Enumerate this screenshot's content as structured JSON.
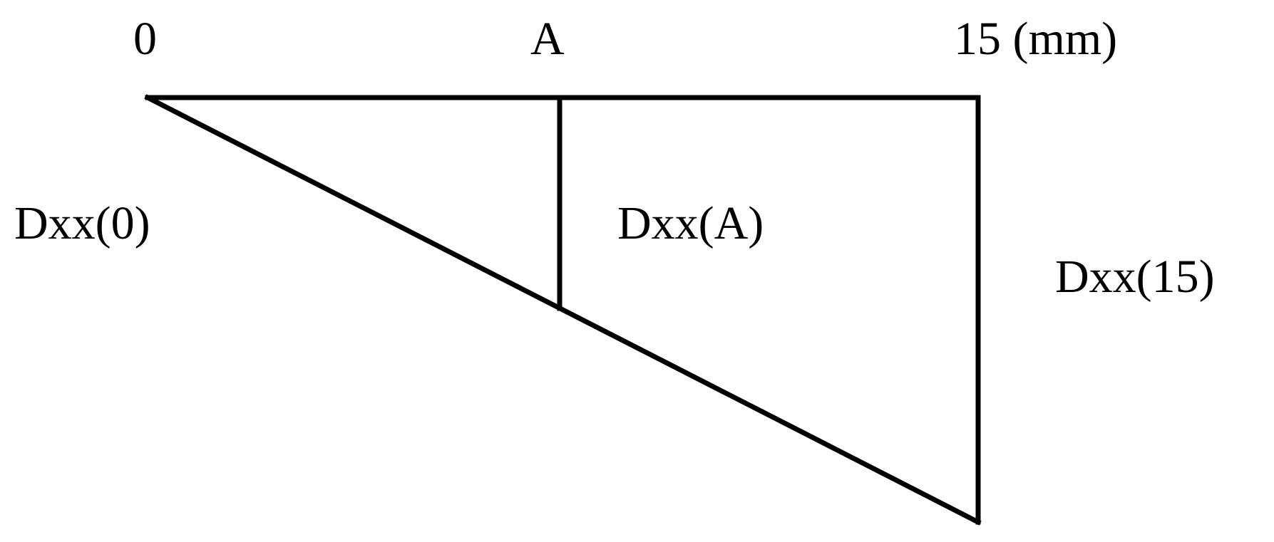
{
  "labels": {
    "origin": "0",
    "point_a": "A",
    "end": "15 (mm)",
    "dxx_0": "Dxx(0)",
    "dxx_a": "Dxx(A)",
    "dxx_15": "Dxx(15)"
  },
  "colors": {
    "line": "#000000",
    "background": "#ffffff"
  }
}
